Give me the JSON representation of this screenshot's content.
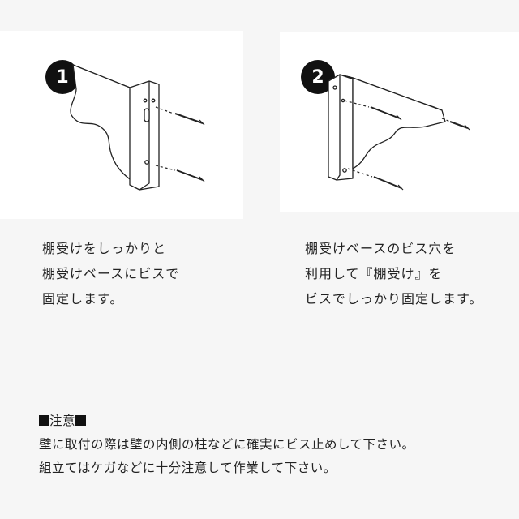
{
  "steps": [
    {
      "number": "1",
      "lines": [
        "棚受けをしっかりと",
        "棚受けベースにビスで",
        "固定します。"
      ]
    },
    {
      "number": "2",
      "lines": [
        "棚受けベースのビス穴を",
        "利用して『棚受け』を",
        "ビスでしっかり固定します。"
      ]
    }
  ],
  "notice": {
    "title": "注意",
    "lines": [
      "壁に取付の際は壁の内側の柱などに確実にビス止めして下さい。",
      "組立てはケガなどに十分注意して作業して下さい。"
    ]
  },
  "icons": [
    "bracket-illustration",
    "screw-icon"
  ]
}
